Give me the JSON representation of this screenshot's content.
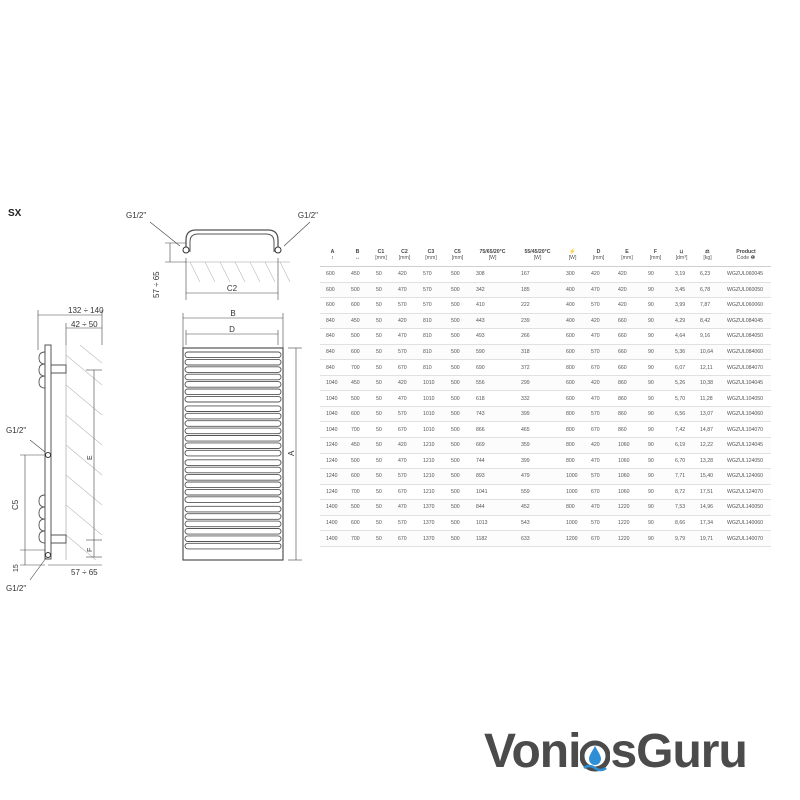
{
  "model": "SX",
  "side_view": {
    "dim_width": "132 ÷ 140",
    "dim_offset": "42 ÷ 50",
    "port_top": "G1/2\"",
    "port_bottom": "G1/2\"",
    "dim_c5": "C5",
    "dim_e": "E",
    "dim_f": "F",
    "dim_15": "15",
    "dim_base": "57 ÷ 65"
  },
  "top_view": {
    "port_left": "G1/2\"",
    "port_right": "G1/2\"",
    "dim_depth": "57 ÷ 65",
    "dim_c2": "C2"
  },
  "front_view": {
    "dim_b": "B",
    "dim_d": "D",
    "dim_a": "A"
  },
  "table": {
    "headers": [
      {
        "top": "A",
        "sub": "↕"
      },
      {
        "top": "B",
        "sub": "↔"
      },
      {
        "top": "C1",
        "sub": "[mm]"
      },
      {
        "top": "C2",
        "sub": "[mm]"
      },
      {
        "top": "C3",
        "sub": "[mm]"
      },
      {
        "top": "C5",
        "sub": "[mm]"
      },
      {
        "top": "75/65/20°C",
        "sub": "[W]"
      },
      {
        "top": "55/45/20°C",
        "sub": "[W]"
      },
      {
        "top": "⚡",
        "sub": "[W]"
      },
      {
        "top": "D",
        "sub": "[mm]"
      },
      {
        "top": "E",
        "sub": "[mm]"
      },
      {
        "top": "F",
        "sub": "[mm]"
      },
      {
        "top": "⊔",
        "sub": "[dm³]"
      },
      {
        "top": "⚖",
        "sub": "[kg]"
      },
      {
        "top": "Product",
        "sub": "Code ❶"
      }
    ],
    "rows": [
      [
        "600",
        "450",
        "50",
        "420",
        "570",
        "500",
        "308",
        "167",
        "300",
        "420",
        "420",
        "90",
        "3,19",
        "6,23",
        "WGZUL060045"
      ],
      [
        "600",
        "500",
        "50",
        "470",
        "570",
        "500",
        "342",
        "185",
        "400",
        "470",
        "420",
        "90",
        "3,45",
        "6,78",
        "WGZUL060050"
      ],
      [
        "600",
        "600",
        "50",
        "570",
        "570",
        "500",
        "410",
        "222",
        "400",
        "570",
        "420",
        "90",
        "3,99",
        "7,87",
        "WGZUL060060"
      ],
      [
        "840",
        "450",
        "50",
        "420",
        "810",
        "500",
        "443",
        "239",
        "400",
        "420",
        "660",
        "90",
        "4,29",
        "8,42",
        "WGZUL084045"
      ],
      [
        "840",
        "500",
        "50",
        "470",
        "810",
        "500",
        "493",
        "266",
        "600",
        "470",
        "660",
        "90",
        "4,64",
        "9,16",
        "WGZUL084050"
      ],
      [
        "840",
        "600",
        "50",
        "570",
        "810",
        "500",
        "590",
        "318",
        "600",
        "570",
        "660",
        "90",
        "5,36",
        "10,64",
        "WGZUL084060"
      ],
      [
        "840",
        "700",
        "50",
        "670",
        "810",
        "500",
        "690",
        "372",
        "800",
        "670",
        "660",
        "90",
        "6,07",
        "12,11",
        "WGZUL084070"
      ],
      [
        "1040",
        "450",
        "50",
        "420",
        "1010",
        "500",
        "556",
        "299",
        "600",
        "420",
        "860",
        "90",
        "5,26",
        "10,38",
        "WGZUL104045"
      ],
      [
        "1040",
        "500",
        "50",
        "470",
        "1010",
        "500",
        "618",
        "332",
        "600",
        "470",
        "860",
        "90",
        "5,70",
        "11,28",
        "WGZUL104050"
      ],
      [
        "1040",
        "600",
        "50",
        "570",
        "1010",
        "500",
        "743",
        "399",
        "800",
        "570",
        "860",
        "90",
        "6,56",
        "13,07",
        "WGZUL104060"
      ],
      [
        "1040",
        "700",
        "50",
        "670",
        "1010",
        "500",
        "866",
        "465",
        "800",
        "670",
        "860",
        "90",
        "7,42",
        "14,87",
        "WGZUL104070"
      ],
      [
        "1240",
        "450",
        "50",
        "420",
        "1210",
        "500",
        "669",
        "359",
        "800",
        "420",
        "1060",
        "90",
        "6,19",
        "12,22",
        "WGZUL124045"
      ],
      [
        "1240",
        "500",
        "50",
        "470",
        "1210",
        "500",
        "744",
        "399",
        "800",
        "470",
        "1060",
        "90",
        "6,70",
        "13,28",
        "WGZUL124050"
      ],
      [
        "1240",
        "600",
        "50",
        "570",
        "1210",
        "500",
        "893",
        "479",
        "1000",
        "570",
        "1060",
        "90",
        "7,71",
        "15,40",
        "WGZUL124060"
      ],
      [
        "1240",
        "700",
        "50",
        "670",
        "1210",
        "500",
        "1041",
        "559",
        "1000",
        "670",
        "1060",
        "90",
        "8,72",
        "17,51",
        "WGZUL124070"
      ],
      [
        "1400",
        "500",
        "50",
        "470",
        "1370",
        "500",
        "844",
        "452",
        "800",
        "470",
        "1220",
        "90",
        "7,53",
        "14,96",
        "WGZUL140050"
      ],
      [
        "1400",
        "600",
        "50",
        "570",
        "1370",
        "500",
        "1013",
        "543",
        "1000",
        "570",
        "1220",
        "90",
        "8,66",
        "17,34",
        "WGZUL140060"
      ],
      [
        "1400",
        "700",
        "50",
        "670",
        "1370",
        "500",
        "1182",
        "633",
        "1200",
        "670",
        "1220",
        "90",
        "9,79",
        "19,71",
        "WGZUL140070"
      ]
    ]
  },
  "logo": {
    "part1": "Voni",
    "part2": "sGuru",
    "drop_icon": "water-drop-icon",
    "color_text": "#4b4b4b",
    "color_drop": "#2f8fd6"
  }
}
